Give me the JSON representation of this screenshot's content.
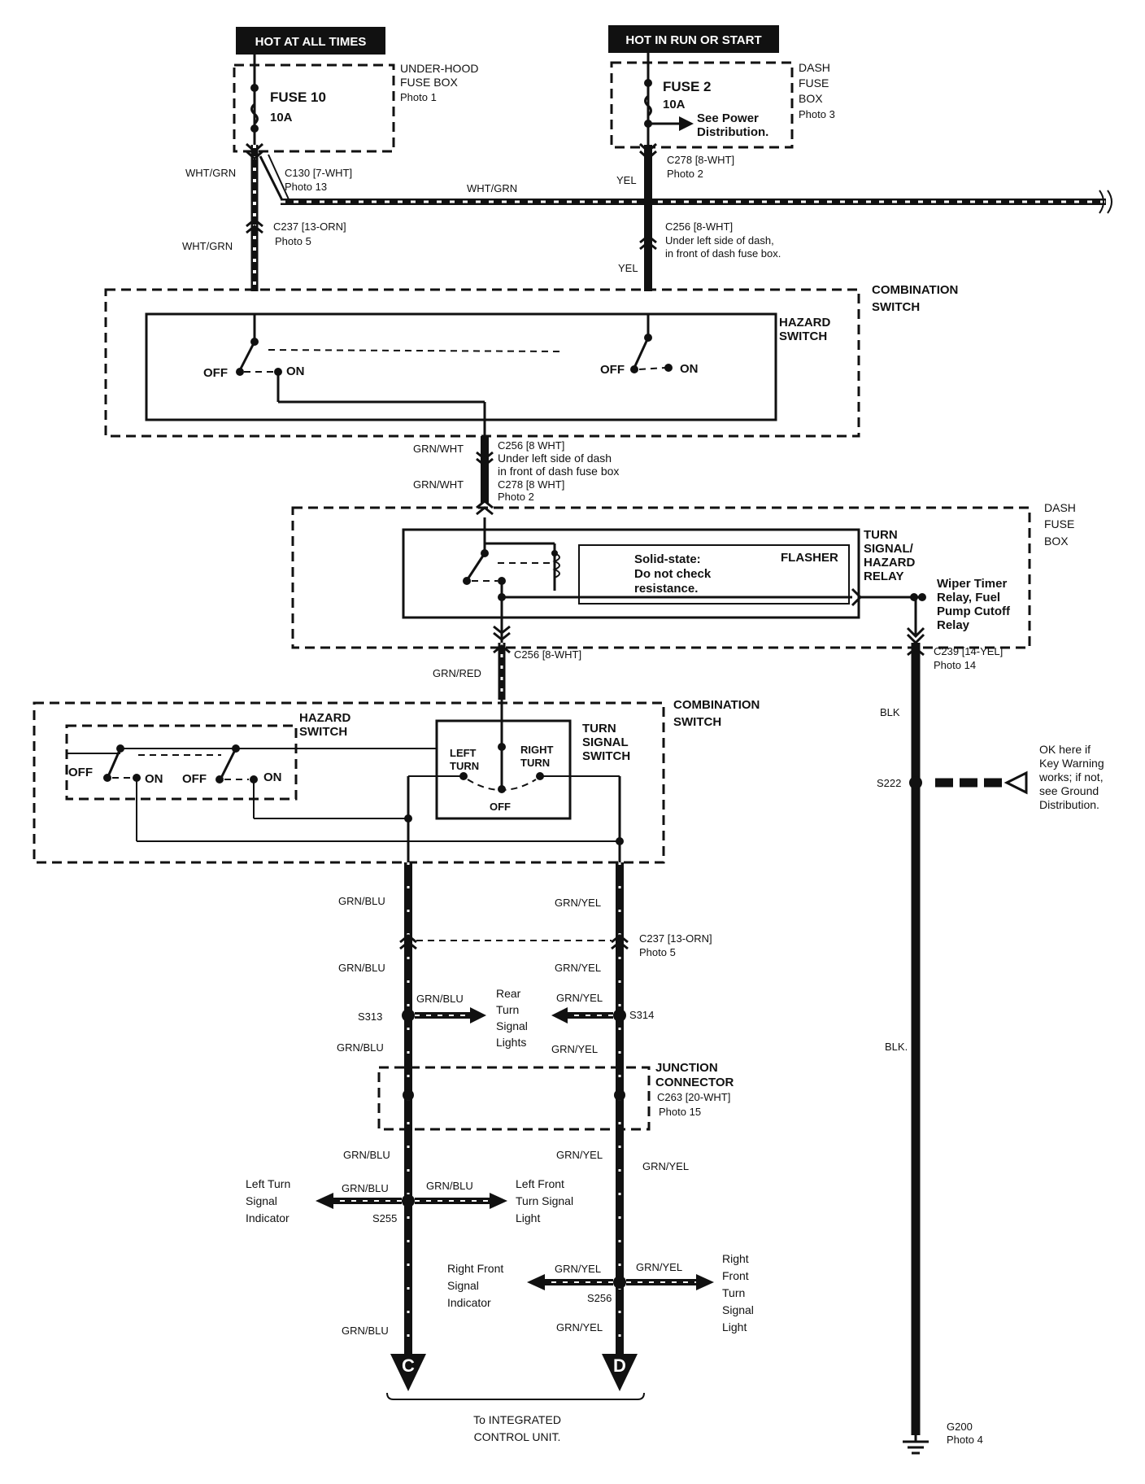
{
  "power": {
    "hot_all_times": "HOT AT ALL TIMES",
    "hot_run_start": "HOT IN RUN OR START"
  },
  "underhood_box": {
    "title_1": "UNDER-HOOD",
    "title_2": "FUSE BOX",
    "photo": "Photo 1",
    "fuse": "FUSE 10",
    "rating": "10A"
  },
  "dash_box_top": {
    "title_1": "DASH",
    "title_2": "FUSE",
    "title_3": "BOX",
    "photo": "Photo 3",
    "fuse": "FUSE 2",
    "rating": "10A",
    "note_1": "See Power",
    "note_2": "Distribution."
  },
  "connectors": {
    "c130": "C130 [7-WHT]",
    "c130_photo": "Photo 13",
    "c278_top": "C278 [8-WHT]",
    "c278_top_photo": "Photo 2",
    "c237_top": "C237 [13-ORN]",
    "c237_top_photo": "Photo 5",
    "c256_top": "C256 [8-WHT]",
    "c256_top_note_1": "Under left side of dash,",
    "c256_top_note_2": "in front of dash fuse box.",
    "c256_mid": "C256 [8 WHT]",
    "c256_mid_note_1": "Under left side of dash",
    "c256_mid_note_2": "in front of dash fuse box",
    "c278_mid": "C278 [8 WHT]",
    "c278_mid_photo": "Photo 2",
    "c256_low": "C256 [8-WHT]",
    "c239": "C239 [14-YEL]",
    "c239_photo": "Photo 14",
    "c237_low": "C237 [13-ORN]",
    "c237_low_photo": "Photo 5",
    "c263": "C263 [20-WHT]",
    "c263_photo": "Photo 15"
  },
  "wires": {
    "wht_grn": "WHT/GRN",
    "yel": "YEL",
    "grn_wht": "GRN/WHT",
    "grn_red": "GRN/RED",
    "blk": "BLK",
    "blk_dot": "BLK.",
    "grn_blu": "GRN/BLU",
    "grn_yel": "GRN/YEL"
  },
  "combination_switch": {
    "title_1": "COMBINATION",
    "title_2": "SWITCH",
    "hazard_1": "HAZARD",
    "hazard_2": "SWITCH",
    "off": "OFF",
    "on": "ON"
  },
  "relay": {
    "title_1": "TURN",
    "title_2": "SIGNAL/",
    "title_3": "HAZARD",
    "title_4": "RELAY",
    "flasher": "FLASHER",
    "solid_1": "Solid-state:",
    "solid_2": "Do not check",
    "solid_3": "resistance.",
    "wiper_1": "Wiper Timer",
    "wiper_2": "Relay, Fuel",
    "wiper_3": "Pump Cutoff",
    "wiper_4": "Relay"
  },
  "turn_switch": {
    "title_1": "TURN",
    "title_2": "SIGNAL",
    "title_3": "SWITCH",
    "left_1": "LEFT",
    "left_2": "TURN",
    "right_1": "RIGHT",
    "right_2": "TURN",
    "off": "OFF"
  },
  "ground": {
    "s222": "S222",
    "note_1": "OK here if",
    "note_2": "Key Warning",
    "note_3": "works; if not,",
    "note_4": "see Ground",
    "note_5": "Distribution.",
    "g200": "G200",
    "g200_photo": "Photo 4"
  },
  "splices": {
    "s313": "S313",
    "s314": "S314",
    "s255": "S255",
    "s256": "S256"
  },
  "loads": {
    "rear_1": "Rear",
    "rear_2": "Turn",
    "rear_3": "Signal",
    "rear_4": "Lights",
    "left_ind_1": "Left Turn",
    "left_ind_2": "Signal",
    "left_ind_3": "Indicator",
    "left_front_1": "Left Front",
    "left_front_2": "Turn Signal",
    "left_front_3": "Light",
    "right_ind_1": "Right Front",
    "right_ind_2": "Signal",
    "right_ind_3": "Indicator",
    "right_front_1": "Right",
    "right_front_2": "Front",
    "right_front_3": "Turn",
    "right_front_4": "Signal",
    "right_front_5": "Light"
  },
  "junction": {
    "title_1": "JUNCTION",
    "title_2": "CONNECTOR"
  },
  "outputs": {
    "c": "C",
    "d": "D",
    "dest_1": "To INTEGRATED",
    "dest_2": "CONTROL UNIT."
  }
}
